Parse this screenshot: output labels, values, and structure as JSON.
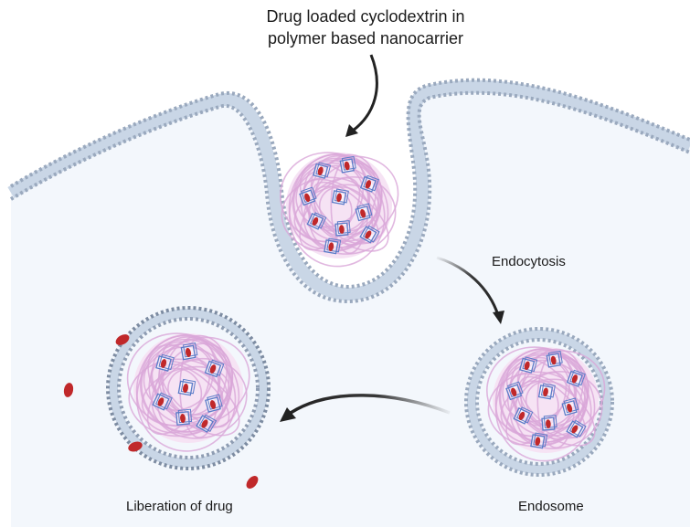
{
  "labels": {
    "title_line1": "Drug loaded cyclodextrin in",
    "title_line2": "polymer based nanocarrier",
    "endocytosis": "Endocytosis",
    "liberation": "Liberation of drug",
    "endosome": "Endosome"
  },
  "colors": {
    "cytoplasm": "#f3f7fc",
    "membrane_head": "#9aa9be",
    "membrane_tail": "#c9d6e6",
    "polymer": "#d9a6d8",
    "cyclodextrin": "#5a7cc8",
    "drug": "#c0282a",
    "arrow": "#222222"
  }
}
